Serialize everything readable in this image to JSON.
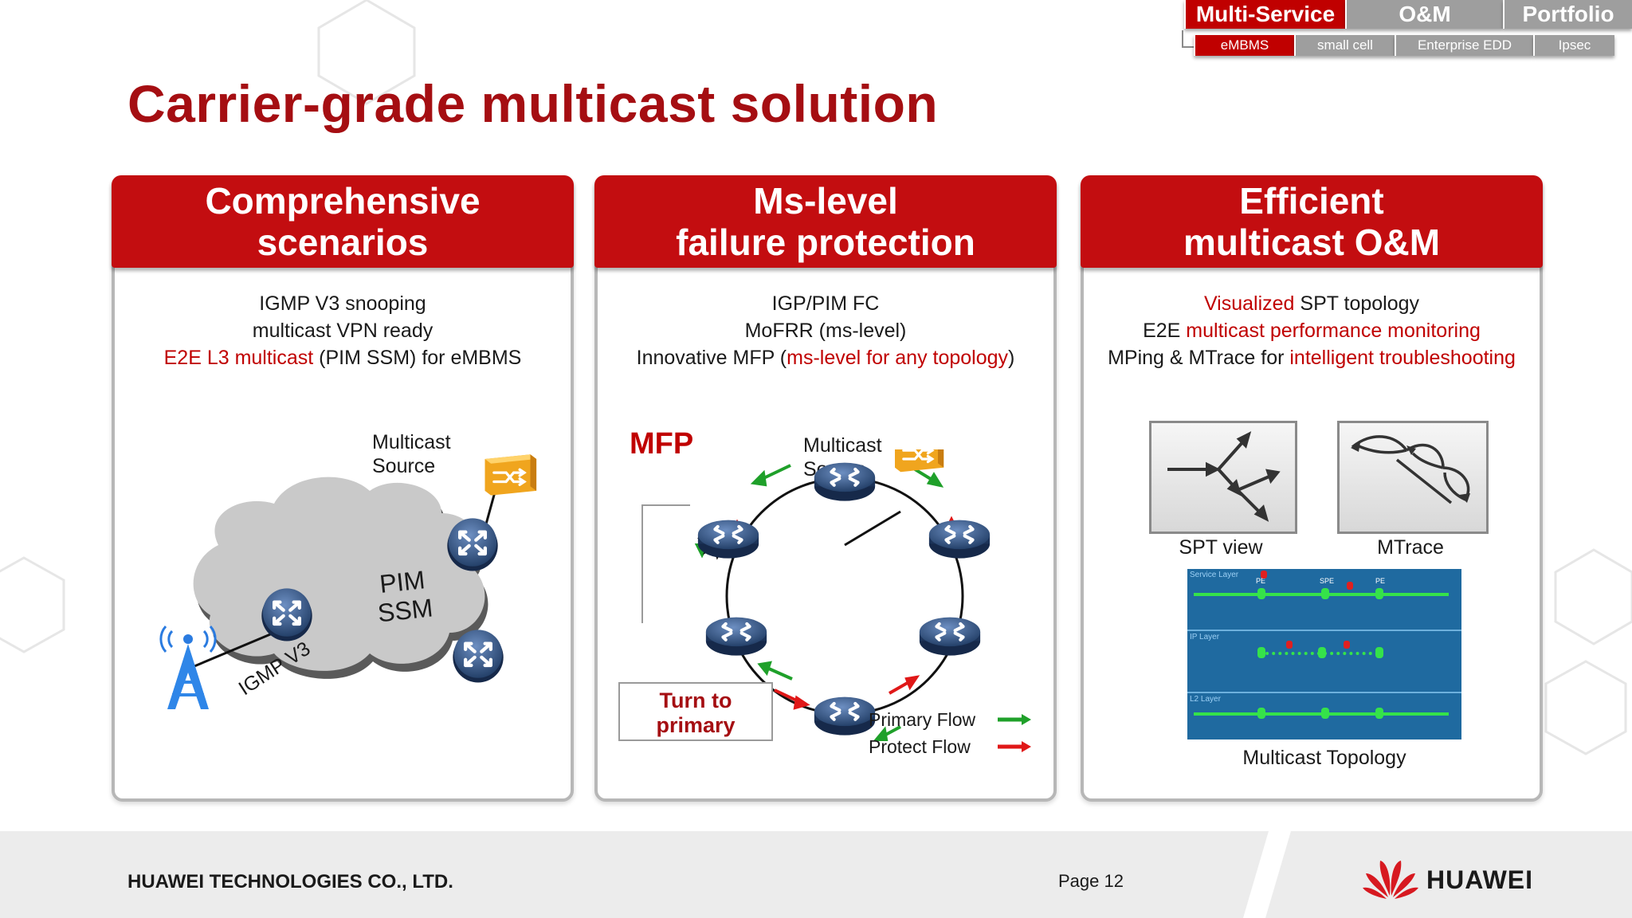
{
  "top_tabs": [
    "Multi-Service",
    "O&M",
    "Portfolio"
  ],
  "sub_tabs": [
    "eMBMS",
    "small cell",
    "Enterprise EDD",
    "Ipsec"
  ],
  "title": "Carrier-grade multicast solution",
  "panels": [
    {
      "head": [
        "Comprehensive",
        "scenarios"
      ],
      "lines": [
        {
          "parts": [
            {
              "t": "IGMP V3 snooping",
              "red": false
            }
          ]
        },
        {
          "parts": [
            {
              "t": "multicast VPN ready",
              "red": false
            }
          ]
        },
        {
          "parts": [
            {
              "t": "E2E L3 multicast",
              "red": true
            },
            {
              "t": " (PIM SSM) for eMBMS",
              "red": false
            }
          ]
        }
      ],
      "diagram": {
        "source_label": [
          "Multicast",
          "Source"
        ],
        "cloud_label": [
          "PIM",
          "SSM"
        ],
        "igmp_label": "IGMP V3"
      }
    },
    {
      "head": [
        "Ms-level",
        "failure protection"
      ],
      "lines": [
        {
          "parts": [
            {
              "t": "IGP/PIM FC",
              "red": false
            }
          ]
        },
        {
          "parts": [
            {
              "t": "MoFRR (ms-level)",
              "red": false
            }
          ]
        },
        {
          "parts": [
            {
              "t": "Innovative MFP (",
              "red": false
            },
            {
              "t": "ms-level for any topology",
              "red": true
            },
            {
              "t": ")",
              "red": false
            }
          ]
        }
      ],
      "diagram": {
        "mfp_label": "MFP",
        "source_label": [
          "Multicast",
          "Source"
        ],
        "turn_label": [
          "Turn to",
          "primary"
        ],
        "legend": [
          {
            "label": "Primary Flow",
            "color": "#1fa02a"
          },
          {
            "label": "Protect Flow",
            "color": "#e01818"
          }
        ]
      }
    },
    {
      "head": [
        "Efficient",
        "multicast O&M"
      ],
      "lines": [
        {
          "parts": [
            {
              "t": "Visualized",
              "red": true
            },
            {
              "t": " SPT topology",
              "red": false
            }
          ]
        },
        {
          "parts": [
            {
              "t": "E2E ",
              "red": false
            },
            {
              "t": "multicast performance monitoring",
              "red": true
            }
          ]
        },
        {
          "parts": [
            {
              "t": "MPing & MTrace for ",
              "red": false
            },
            {
              "t": "intelligent troubleshooting",
              "red": true
            }
          ]
        }
      ],
      "diagram": {
        "spt_label": "SPT view",
        "mtrace_label": "MTrace",
        "topology_label": "Multicast Topology",
        "topology_layers": [
          "Service Layer",
          "IP Layer",
          "L2 Layer"
        ],
        "topology_nodes": [
          "PE",
          "SPE",
          "PE"
        ]
      }
    }
  ],
  "footer": {
    "company": "HUAWEI TECHNOLOGIES CO., LTD.",
    "page": "Page 12",
    "brand": "HUAWEI"
  },
  "colors": {
    "brand_red": "#c30d10",
    "title_red": "#a50e12",
    "tab_gray": "#9e9e9e",
    "router_blue": "#2d4f7c"
  }
}
